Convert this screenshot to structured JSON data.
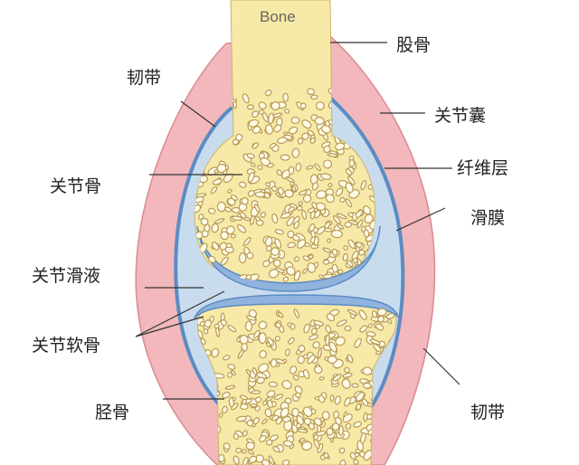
{
  "diagram": {
    "labels": {
      "bone": "Bone",
      "femur": "股骨",
      "ligament_top": "韧带",
      "joint_capsule": "关节囊",
      "joint_bone": "关节骨",
      "fibrous_layer": "纤维层",
      "synovial_membrane": "滑膜",
      "synovial_fluid": "关节滑液",
      "articular_cartilage": "关节软骨",
      "tibia": "胫骨",
      "ligament_bottom": "韧带"
    },
    "colors": {
      "capsule": "#f2b8bb",
      "capsule_edge": "#d98b91",
      "synovial": "#c9dcee",
      "synovial_edge": "#5b8cc4",
      "bone": "#f7e9a8",
      "cartilage": "#8fb3dc",
      "pore": "#b89a55"
    }
  }
}
